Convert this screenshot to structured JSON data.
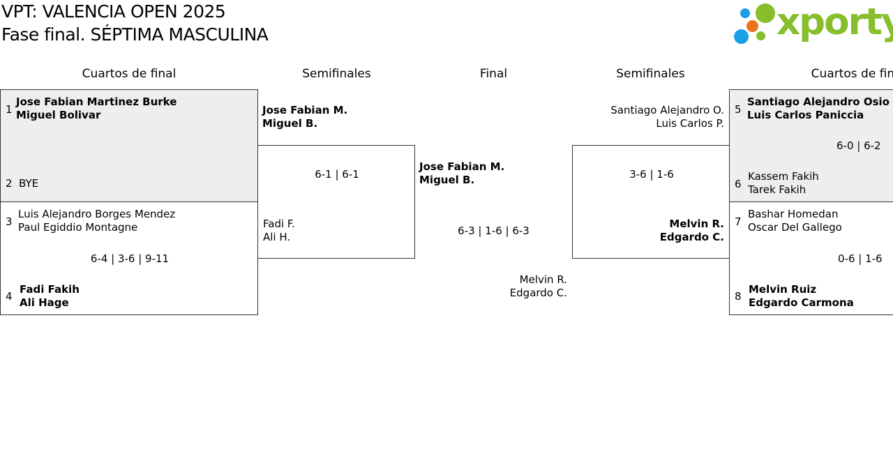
{
  "header": {
    "title_line1": "VPT: VALENCIA OPEN 2025",
    "title_line2": "Fase final. SÉPTIMA MASCULINA",
    "logo_text": "xporty",
    "logo_colors": {
      "green": "#86be2c",
      "blue": "#1a9ee6",
      "orange": "#e8751a"
    }
  },
  "rounds": {
    "left_qf": "Cuartos de final",
    "left_sf": "Semifinales",
    "final": "Final",
    "right_sf": "Semifinales",
    "right_qf": "Cuartos de final"
  },
  "left_qf": [
    {
      "top": {
        "seed": "1",
        "p1": "Jose Fabian Martinez Burke",
        "p2": "Miguel Bolivar",
        "winner": true
      },
      "bottom": {
        "seed": "2",
        "p1": "BYE",
        "p2": "",
        "winner": false
      },
      "score": ""
    },
    {
      "top": {
        "seed": "3",
        "p1": "Luis Alejandro Borges Mendez",
        "p2": "Paul Egiddio Montagne",
        "winner": false
      },
      "bottom": {
        "seed": "4",
        "p1": "Fadi Fakih",
        "p2": "Ali Hage",
        "winner": true
      },
      "score": "6-4 | 3-6 | 9-11"
    }
  ],
  "left_sf": {
    "top": {
      "p1": "Jose Fabian M.",
      "p2": "Miguel B.",
      "winner": true
    },
    "bottom": {
      "p1": "Fadi F.",
      "p2": "Ali H.",
      "winner": false
    },
    "score": "6-1 | 6-1"
  },
  "final": {
    "top": {
      "p1": "Jose Fabian M.",
      "p2": "Miguel B.",
      "winner": true
    },
    "bottom": {
      "p1": "Melvin R.",
      "p2": "Edgardo C.",
      "winner": false
    },
    "score": "6-3 | 1-6 | 6-3"
  },
  "right_sf": {
    "top": {
      "p1": "Santiago Alejandro O.",
      "p2": "Luis Carlos P.",
      "winner": false
    },
    "bottom": {
      "p1": "Melvin R.",
      "p2": "Edgardo C.",
      "winner": true
    },
    "score": "3-6 | 1-6"
  },
  "right_qf": [
    {
      "top": {
        "seed": "5",
        "p1": "Santiago Alejandro Osio Ger",
        "p2": "Luis Carlos Paniccia",
        "winner": true
      },
      "bottom": {
        "seed": "6",
        "p1": "Kassem Fakih",
        "p2": "Tarek Fakih",
        "winner": false
      },
      "score": "6-0 | 6-2"
    },
    {
      "top": {
        "seed": "7",
        "p1": "Bashar Homedan",
        "p2": "Oscar Del Gallego",
        "winner": false
      },
      "bottom": {
        "seed": "8",
        "p1": "Melvin Ruiz",
        "p2": "Edgardo Carmona",
        "winner": true
      },
      "score": "0-6 | 1-6"
    }
  ]
}
